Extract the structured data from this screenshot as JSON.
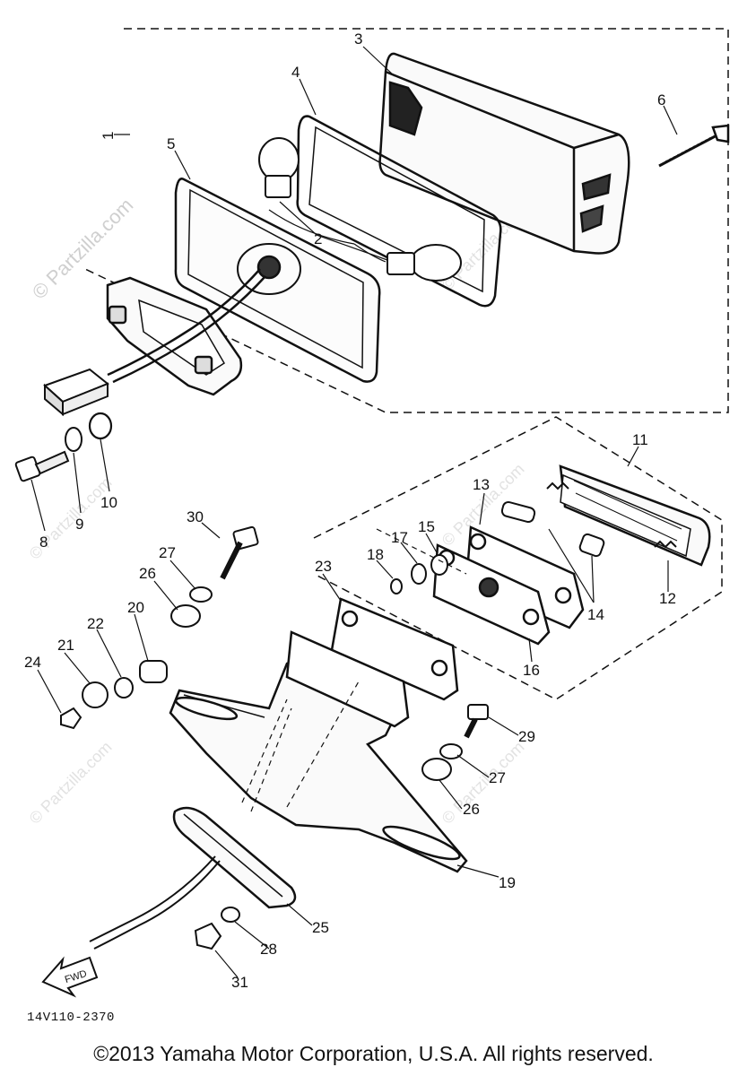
{
  "watermark": {
    "main": "© Partzilla.com",
    "faint": "© Partzilla.com"
  },
  "callouts": {
    "n1": "1",
    "n2": "2",
    "n3": "3",
    "n4": "4",
    "n5": "5",
    "n6": "6",
    "n8": "8",
    "n9": "9",
    "n10": "10",
    "n11": "11",
    "n12": "12",
    "n13": "13",
    "n14": "14",
    "n15": "15",
    "n16": "16",
    "n17": "17",
    "n18": "18",
    "n19": "19",
    "n20": "20",
    "n21": "21",
    "n22": "22",
    "n23": "23",
    "n24": "24",
    "n25": "25",
    "n26a": "26",
    "n26b": "26",
    "n27a": "27",
    "n27b": "27",
    "n28": "28",
    "n29": "29",
    "n30": "30",
    "n31": "31"
  },
  "arrow_label": "FWD",
  "drawing_code": "14V110-2370",
  "copyright": "©2013  Yamaha Motor Corporation, U.S.A. All rights reserved."
}
